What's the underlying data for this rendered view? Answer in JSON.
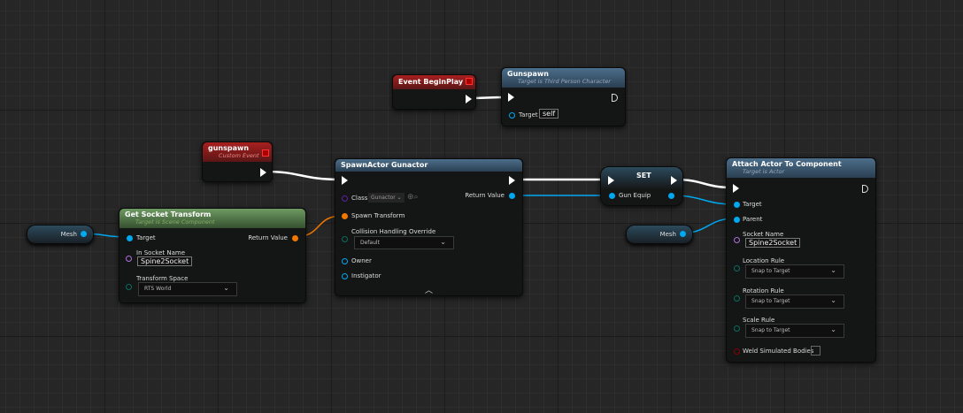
{
  "colors": {
    "event": "#a81f1f",
    "function": "#4c6e8a",
    "pure": "#6e9a62",
    "object_pin": "#00a8f0",
    "transform_pin": "#f07800",
    "name_pin": "#b070e0",
    "enum_pin": "#0a6e60",
    "bool_pin": "#8a0000"
  },
  "begin_play": {
    "title": "Event BeginPlay"
  },
  "gunspawn_call": {
    "title": "Gunspawn",
    "subtitle": "Target is Third Person Character",
    "target_label": "Target",
    "target_value": "self"
  },
  "custom_event": {
    "title": "gunspawn",
    "subtitle": "Custom Event"
  },
  "spawn_actor": {
    "title": "SpawnActor Gunactor",
    "class_label": "Class",
    "class_value": "Gunactor",
    "return_label": "Return Value",
    "spawn_transform": "Spawn Transform",
    "collision_label": "Collision Handling Override",
    "collision_value": "Default",
    "owner": "Owner",
    "instigator": "Instigator"
  },
  "set_node": {
    "title": "SET",
    "var_label": "Gun Equip"
  },
  "mesh_left": {
    "label": "Mesh"
  },
  "mesh_right": {
    "label": "Mesh"
  },
  "get_socket": {
    "title": "Get Socket Transform",
    "subtitle": "Target is Scene Component",
    "target": "Target",
    "return_label": "Return Value",
    "socket_label": "In Socket Name",
    "socket_value": "Spine2Socket",
    "space_label": "Transform Space",
    "space_value": "RTS World"
  },
  "attach": {
    "title": "Attach Actor To Component",
    "subtitle": "Target is Actor",
    "target": "Target",
    "parent": "Parent",
    "socket_label": "Socket Name",
    "socket_value": "Spine2Socket",
    "location_label": "Location Rule",
    "location_value": "Snap to Target",
    "rotation_label": "Rotation Rule",
    "rotation_value": "Snap to Target",
    "scale_label": "Scale Rule",
    "scale_value": "Snap to Target",
    "weld_label": "Weld Simulated Bodies"
  }
}
